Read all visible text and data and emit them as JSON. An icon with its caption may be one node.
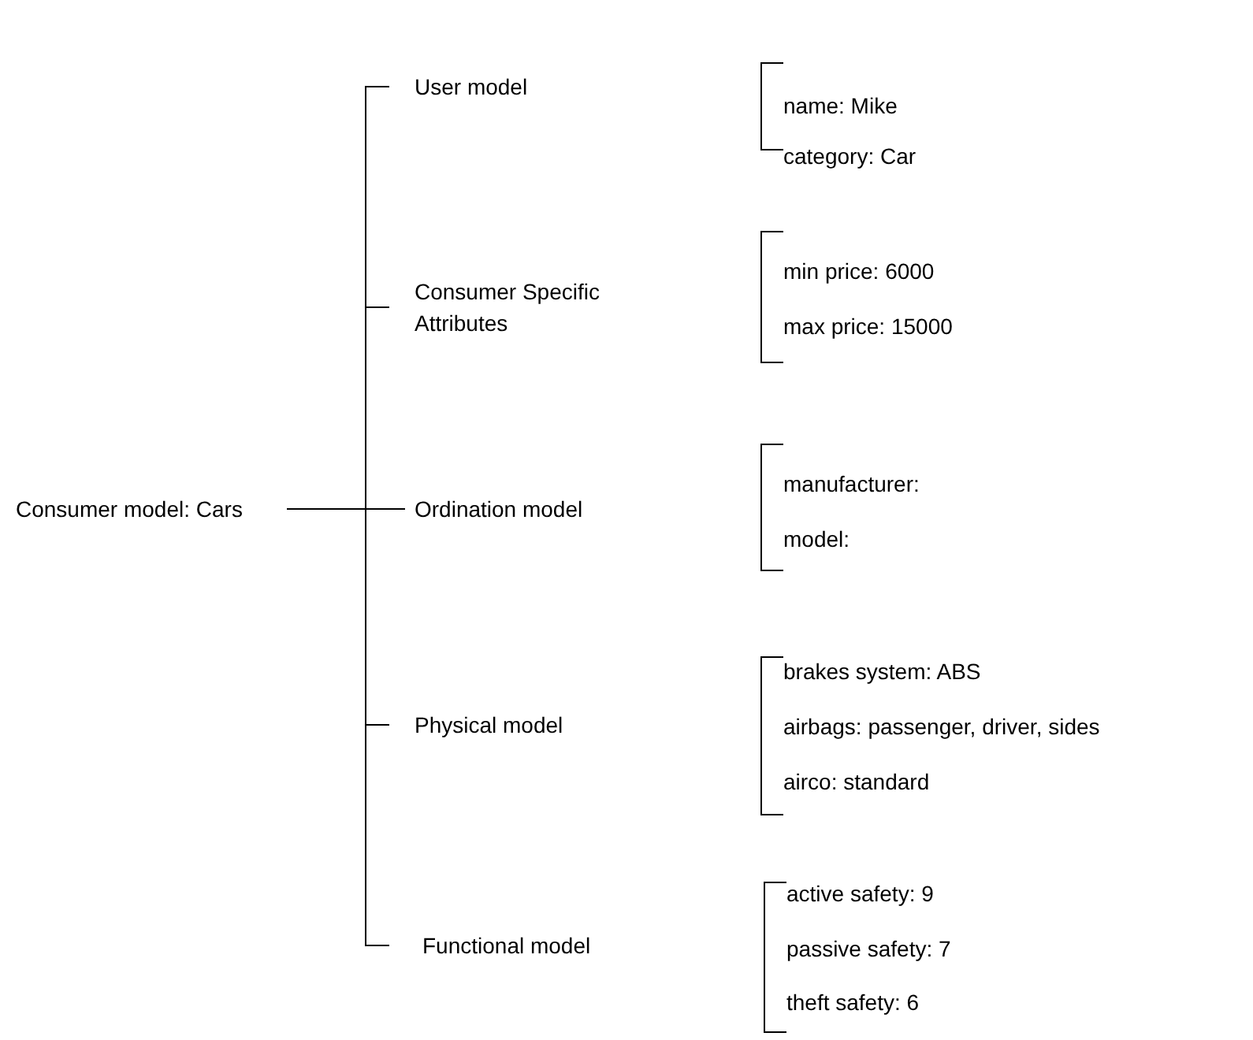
{
  "diagram": {
    "nodes": [
      {
        "text": [
          "Consumer model: Cars"
        ]
      },
      {
        "text": [
          "User model"
        ]
      },
      {
        "text": [
          "Consumer Specific Attributes"
        ]
      },
      {
        "text": [
          "Ordination model"
        ]
      },
      {
        "text": [
          "Physical model"
        ]
      },
      {
        "text": [
          "Functional model"
        ]
      }
    ],
    "edges": [
      {
        "from": 0,
        "to": 1,
        "arrow": "none"
      },
      {
        "from": 0,
        "to": 2,
        "arrow": "none"
      },
      {
        "from": 0,
        "to": 3,
        "arrow": "none"
      },
      {
        "from": 0,
        "to": 4,
        "arrow": "none"
      },
      {
        "from": 0,
        "to": 5,
        "arrow": "none"
      }
    ],
    "labels": [
      "name: Mike",
      "category: Car",
      "min price: 6000",
      "max price: 15000",
      "manufacturer:",
      "model:",
      "brakes system: ABS",
      "airbags: passenger, driver, sides",
      "airco: standard",
      "active safety: 9",
      "passive safety: 7",
      "theft safety: 6"
    ]
  }
}
